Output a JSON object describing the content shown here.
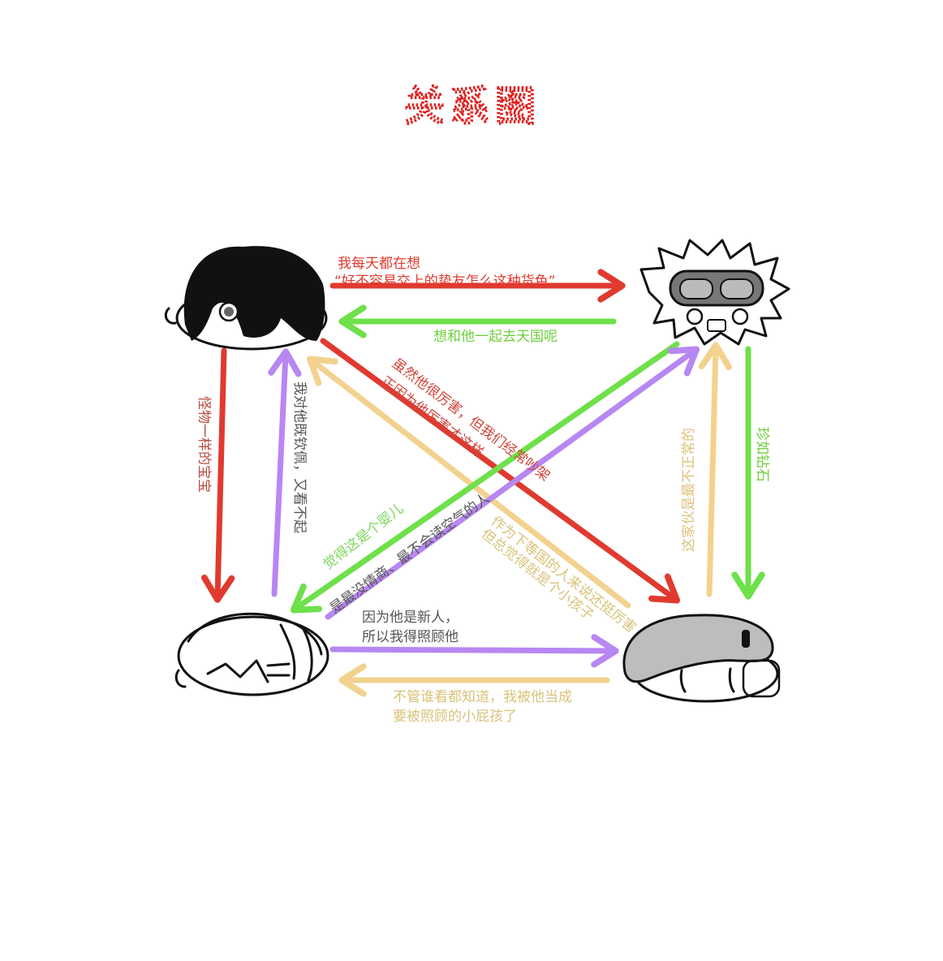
{
  "title": "关系图",
  "colors": {
    "red": "#e03a2f",
    "green": "#6ee04a",
    "purple": "#b787f2",
    "yellow": "#f2d28e",
    "title_red": "#e02020"
  },
  "characters": [
    {
      "id": "top-left",
      "icon": "black-hair-head-icon"
    },
    {
      "id": "top-right",
      "icon": "goggles-head-icon"
    },
    {
      "id": "bottom-left",
      "icon": "white-hair-head-icon"
    },
    {
      "id": "bottom-right",
      "icon": "gray-cap-head-icon"
    }
  ],
  "labels": {
    "tl_to_tr_line1": "我每天都在想",
    "tl_to_tr_line2": "“好不容易交上的挚友怎么这种货色”",
    "tr_to_tl": "想和他一起去天国呢",
    "tl_to_bl": "怪物一样的宝宝",
    "bl_to_tl": "我对他既钦佩，又看不起",
    "tr_to_br": "珍如钻石",
    "br_to_tr": "这家伙是最不正常的",
    "bl_to_br_line1": "因为他是新人，",
    "bl_to_br_line2": "所以我得照顾他",
    "br_to_bl_line1": "不管谁看都知道，我被他当成",
    "br_to_bl_line2": "要被照顾的小屁孩了",
    "tl_to_br_line1": "虽然他很厉害，但我们经常吵架",
    "tl_to_br_line2": "正因为他厉害才这样",
    "tr_to_bl": "觉得这是个婴儿",
    "bl_to_tr": "是最没情商、最不会读空气的人",
    "br_to_tl_line1": "作为下等国的人来说还挺厉害",
    "br_to_tl_line2": "但总觉得就是个小孩子"
  }
}
